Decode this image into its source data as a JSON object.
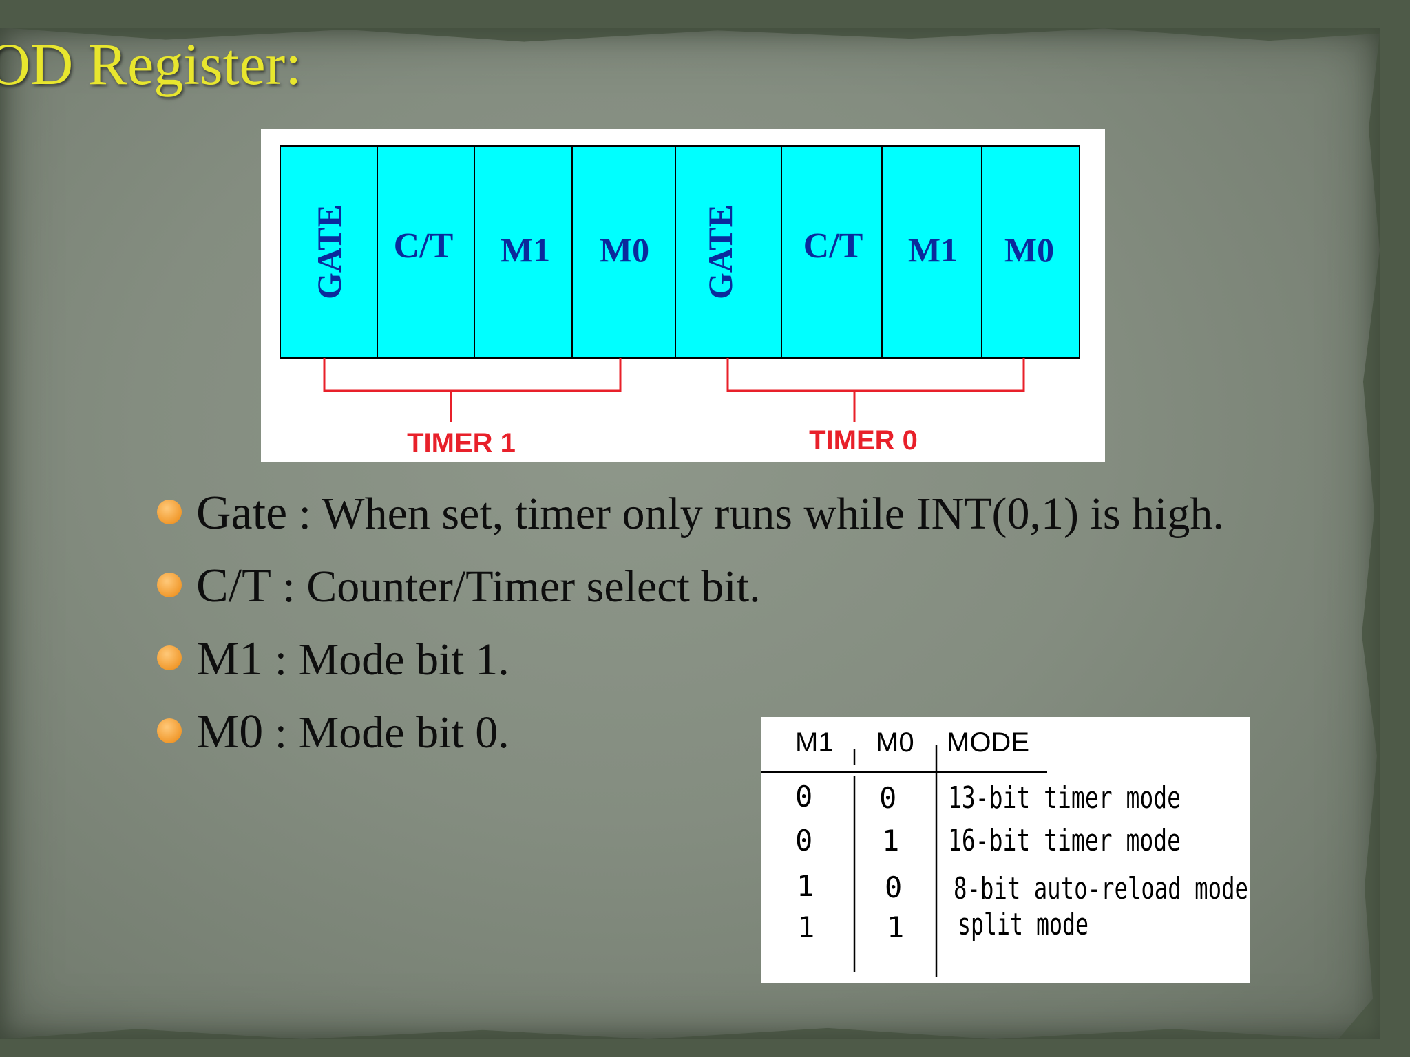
{
  "title": "OD Register:",
  "register": {
    "bits": [
      "GATE",
      "C/T",
      "M1",
      "M0",
      "GATE",
      "C/T",
      "M1",
      "M0"
    ],
    "groups": [
      "TIMER 1",
      "TIMER 0"
    ],
    "colors": {
      "cell": "#00ffff",
      "cell_text": "#0b2a9c",
      "bracket": "#e8202a",
      "label": "#e8202a"
    }
  },
  "bullets": [
    {
      "term": "Gate",
      "desc": " : When set, timer  only runs while INT(0,1) is  high."
    },
    {
      "term": "C/T",
      "desc": " : Counter/Timer select bit."
    },
    {
      "term": "M1",
      "desc": " : Mode bit 1."
    },
    {
      "term": "M0",
      "desc": " : Mode bit 0."
    }
  ],
  "mode_table": {
    "headers": [
      "M1",
      "M0",
      "MODE"
    ],
    "rows": [
      [
        "0",
        "0",
        "13-bit timer mode"
      ],
      [
        "0",
        "1",
        "16-bit timer mode"
      ],
      [
        "1",
        "0",
        "8-bit auto-reload mode"
      ],
      [
        "1",
        "1",
        "split mode"
      ]
    ]
  },
  "colors": {
    "title": "#e8e62e",
    "bullet": "#f19a2e",
    "text": "#0e0e0e"
  }
}
